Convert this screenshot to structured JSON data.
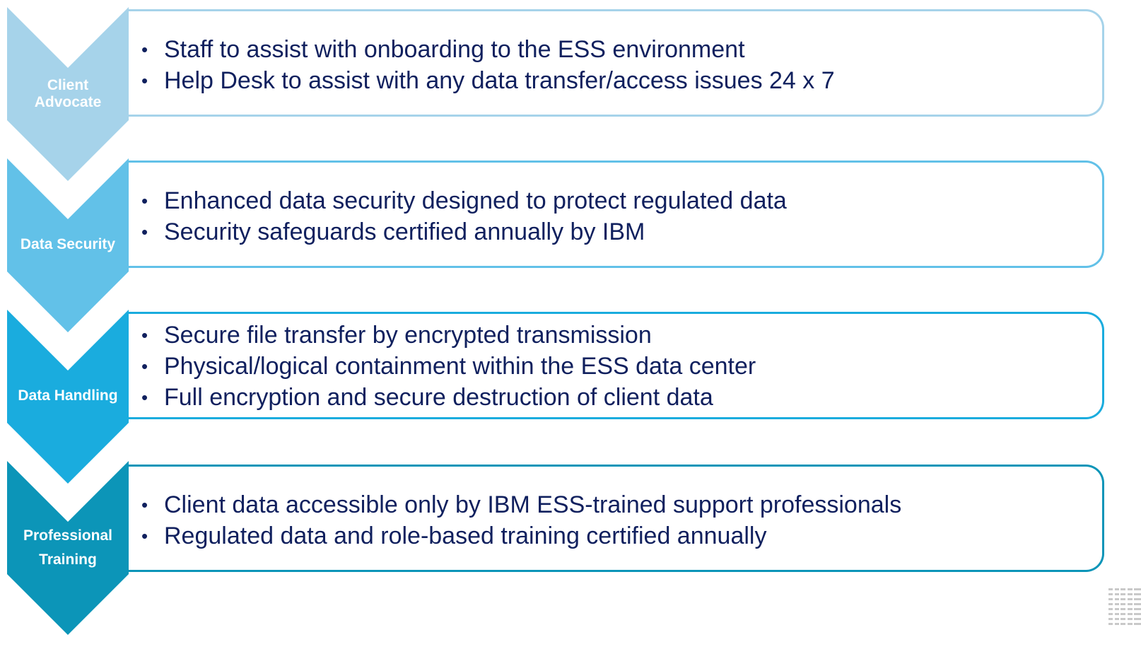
{
  "stages": [
    {
      "label": "Client\nAdvocate",
      "color": "#a6d3ea",
      "border_color": "#a6d3ea",
      "bullets": [
        "Staff to assist with onboarding to the ESS environment",
        "Help Desk to assist with any data transfer/access issues 24 x 7"
      ]
    },
    {
      "label": "Data Security",
      "color": "#62c1e8",
      "border_color": "#62c1e8",
      "bullets": [
        "Enhanced data security designed to protect regulated data",
        "Security safeguards certified annually by IBM"
      ]
    },
    {
      "label": "Data Handling",
      "color": "#1aacde",
      "border_color": "#1aacde",
      "bullets": [
        "Secure file transfer by encrypted transmission",
        "Physical/logical containment within the ESS data center",
        "Full encryption and secure destruction of client data"
      ]
    },
    {
      "label": "Professional\nTraining",
      "color": "#0c95b8",
      "border_color": "#0c95b8",
      "bullets": [
        "Client data accessible only by IBM ESS-trained support professionals",
        "Regulated data and role-based training certified annually"
      ]
    }
  ],
  "bullet_glyph": "•",
  "text_color": "#10205e",
  "logo": {
    "icon": "ibm-logo-icon",
    "color": "#c9c9c9"
  }
}
